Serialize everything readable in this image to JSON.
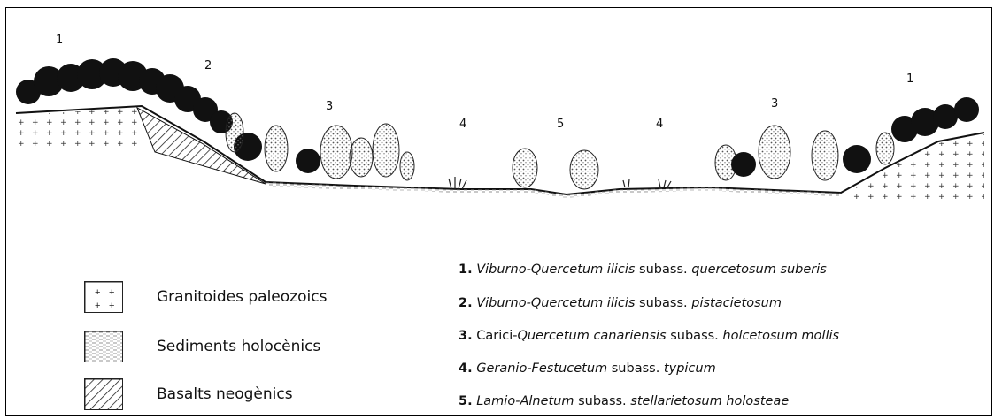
{
  "zone_labels": {
    "left_1": "1",
    "left_2": "2",
    "left_3": "3",
    "center_4a": "4",
    "center_5": "5",
    "center_4b": "4",
    "right_3": "3",
    "right_1": "1"
  },
  "legend": {
    "granite": "Granitoides paleozoics",
    "sediments": "Sediments holocènics",
    "basalts": "Basalts neogènics"
  },
  "key": [
    {
      "num": "1.",
      "name": "Viburno-Quercetum ilicis",
      "rank": " subass. ",
      "sub": "quercetosum suberis"
    },
    {
      "num": "2.",
      "name": "Viburno-Quercetum ilicis",
      "rank": " subass. ",
      "sub": "pistacietosum"
    },
    {
      "num": "3.",
      "name_plain": "Carici-",
      "name": "Quercetum canariensis",
      "rank": " subass. ",
      "sub": "holcetosum mollis"
    },
    {
      "num": "4.",
      "name": "Geranio-Festucetum",
      "rank": " subass. ",
      "sub": "typicum"
    },
    {
      "num": "5.",
      "name": "Lamio-Alnetum",
      "rank": " subass. ",
      "sub": "stellarietosum holosteae"
    }
  ]
}
